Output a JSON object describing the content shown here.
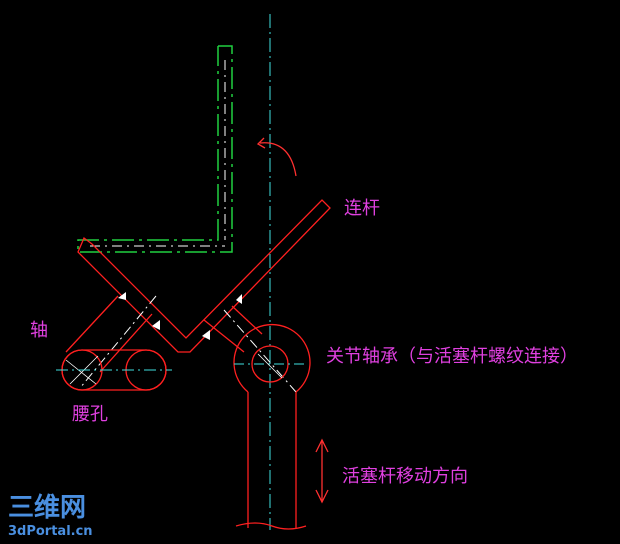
{
  "labels": {
    "link_rod": "连杆",
    "shaft": "轴",
    "waist_hole": "腰孔",
    "joint_bearing": "关节轴承（与活塞杆螺纹连接）",
    "piston_direction": "活塞杆移动方向"
  },
  "watermark": {
    "logo_text": "三维网",
    "site": "3dPortal.cn"
  },
  "colors": {
    "background": "#000000",
    "part_outline": "#ff2020",
    "center_line": "#40e0e0",
    "alt_position": "#20d040",
    "label_text": "#e040e0",
    "rotation_arrow": "#ff3030",
    "watermark": "#4a8fe0"
  }
}
